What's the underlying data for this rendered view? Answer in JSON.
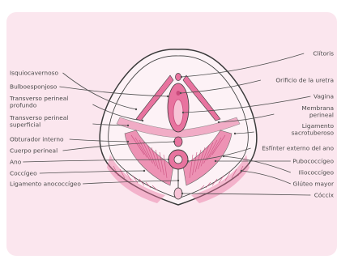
{
  "diagram": {
    "title": "",
    "colors": {
      "background": "#fbe6ee",
      "muscle": "#e8739f",
      "muscle_dark": "#c94b7c",
      "outline": "#3a3a3a",
      "text": "#4a4a4a"
    },
    "left_labels": [
      "Isquiocavernoso",
      "Bulboesponjoso",
      "Transverso perineal profundo",
      "Transverso perineal superficial",
      "Obturador interno",
      "Cuerpo perineal",
      "Ano",
      "Coccígeo",
      "Ligamento anococcígeo"
    ],
    "right_labels": [
      "Clítoris",
      "Orificio de la uretra",
      "Vagina",
      "Membrana perineal",
      "Ligamento sacrotuberoso",
      "Esfínter externo del ano",
      "Pubococcígeo",
      "Iliococcígeo",
      "Glúteo mayor",
      "Cóccix"
    ]
  }
}
